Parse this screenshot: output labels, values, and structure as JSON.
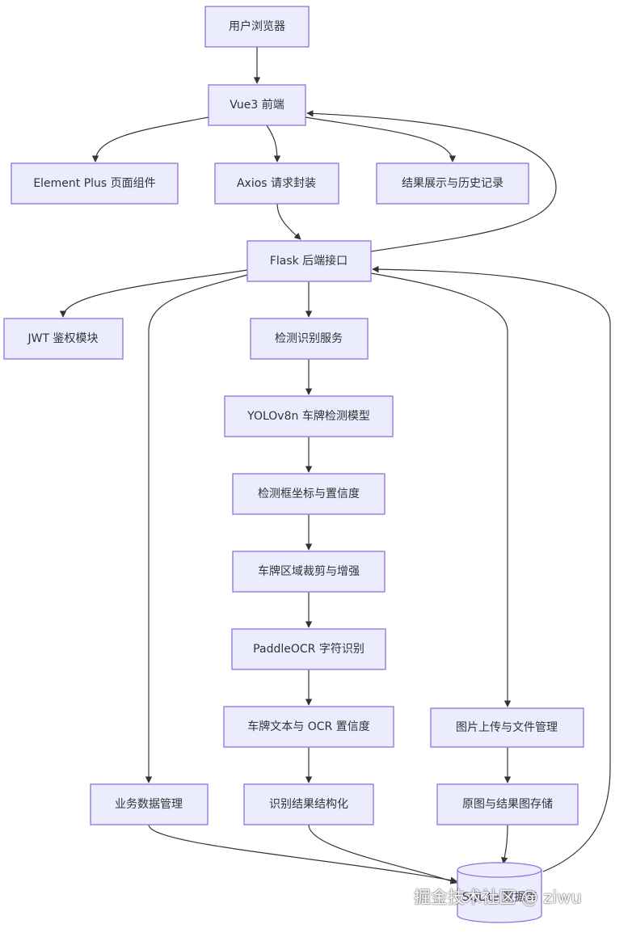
{
  "nodes": {
    "browser": "用户浏览器",
    "vue": "Vue3 前端",
    "element": "Element Plus 页面组件",
    "axios": "Axios 请求封装",
    "history": "结果展示与历史记录",
    "flask": "Flask 后端接口",
    "jwt": "JWT 鉴权模块",
    "detect_service": "检测识别服务",
    "yolo": "YOLOv8n 车牌检测模型",
    "bbox": "检测框坐标与置信度",
    "crop": "车牌区域裁剪与增强",
    "ocr": "PaddleOCR 字符识别",
    "plate_text": "车牌文本与 OCR 置信度",
    "upload": "图片上传与文件管理",
    "business": "业务数据管理",
    "structure": "识别结果结构化",
    "storage": "原图与结果图存储",
    "db": "SQLite 数据库"
  },
  "watermark": "掘金技术社区 @ ziwu",
  "colors": {
    "node_fill": "#ECECFF",
    "node_stroke": "#9370DB",
    "edge": "#333333"
  }
}
